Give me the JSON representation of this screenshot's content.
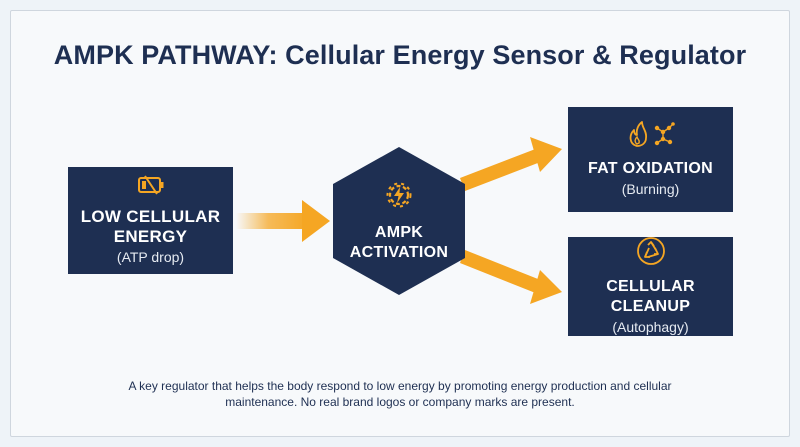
{
  "title": "AMPK PATHWAY: Cellular Energy Sensor & Regulator",
  "nodes": {
    "low_energy": {
      "main_line1": "LOW CELLULAR",
      "main_line2": "ENERGY",
      "sub": "(ATP drop)",
      "icon": "battery-low-icon"
    },
    "ampk": {
      "main_line1": "AMPK",
      "main_line2": "ACTIVATION",
      "icon": "gear-lightning-icon"
    },
    "fat": {
      "main": "FAT OXIDATION",
      "sub": "(Burning)",
      "icon": "flame-molecule-icon"
    },
    "cleanup": {
      "main": "CELLULAR CLEANUP",
      "sub": "(Autophagy)",
      "icon": "recycle-icon"
    }
  },
  "caption": {
    "line1": "A key regulator that helps the body respond to low energy by promoting energy production and cellular",
    "line2": "maintenance. No real brand logos or company marks are present."
  },
  "colors": {
    "navy": "#1e2f52",
    "accent": "#f5a623",
    "background": "#f7f9fb"
  }
}
